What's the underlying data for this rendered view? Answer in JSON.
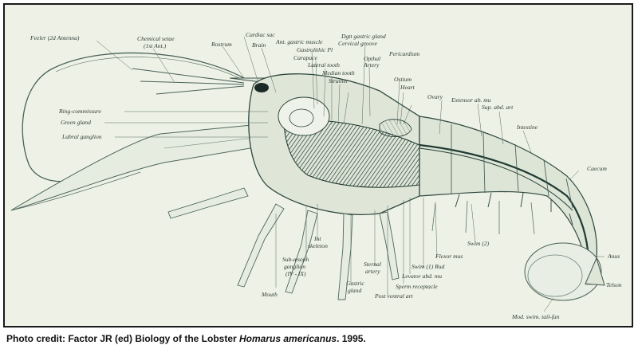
{
  "labels": {
    "feeler": "Feeler (2d Antenna)",
    "chemical_setae": "Chemical setae",
    "first_ant": "(1st Ant.)",
    "rostrum": "Rostrum",
    "cardiac_sac": "Cardiac sac",
    "brain": "Brain",
    "ant_gastric_muscle": "Ant. gastric muscle",
    "gastrolithic_pl": "Gastrolithic Pl",
    "carapace": "Carapace",
    "lateral_tooth": "Lateral tooth",
    "median_tooth": "Median tooth",
    "strainer": "Strainer",
    "dgastric_gland": "Dgtt gastric gland",
    "cervical_groove": "Cervical groove",
    "opthal": "Opthal",
    "artery": "Artery",
    "pericardium": "Pericardium",
    "ostium": "Ostium",
    "heart": "Heart",
    "ovary": "Ovary",
    "extensor_ab_mu": "Extensor ab. mu",
    "sup_abd_art": "Sup. abd. art",
    "intestine": "Intestine",
    "caecum": "Caecum",
    "ring_commissure": "Ring-commissure",
    "green_gland": "Green gland",
    "labral_ganglion": "Labral ganglion",
    "int": "Int",
    "skeleton": "skeleton",
    "sub_oesoph": "Sub-œsoph",
    "ganglion": "ganglion",
    "iv_ix": "(IV - IX)",
    "mouth": "Mouth",
    "sternal": "Sternal",
    "sternal_artery": "artery",
    "gastric": "Gastric",
    "gastric_gland": "gland",
    "post_ventral_art": "Post ventral  art",
    "sperm_receptacle": "Sperm receptacle",
    "levator_abd_mu": "Levator abd. mu",
    "swim1_rud": "Swim (1) Rud",
    "flexor_mus": "Flexor mus",
    "swim2": "Swim (2)",
    "anus": "Anus",
    "telson": "Telson",
    "mod_swim_tail_fan": "Mod. swim. tail-fan"
  },
  "caption": {
    "prefix": "Photo credit: Factor JR (ed) Biology of the Lobster ",
    "species": "Homarus americanus",
    "suffix": ".  1995."
  }
}
